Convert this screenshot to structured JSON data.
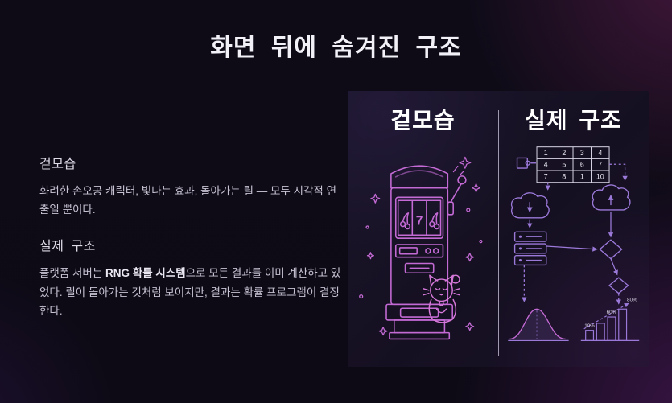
{
  "title": "화면 뒤에 숨겨진 구조",
  "sections": {
    "appearance": {
      "heading": "겉모습",
      "body": "화려한 손오공 캐릭터, 빛나는 효과, 돌아가는 릴 — 모두 시각적 연출일 뿐이다."
    },
    "reality": {
      "heading": "실제 구조",
      "body_prefix": "플랫폼 서버는 ",
      "body_bold": "RNG 확률 시스템",
      "body_suffix": "으로 모든 결과를 이미 계산하고 있었다. 릴이 돌아가는 것처럼 보이지만, 결과는 확률 프로그램이 결정한다."
    }
  },
  "panel": {
    "left_title": "겉모습",
    "right_title": "실제 구조",
    "slot": {
      "reel_symbol": "7"
    },
    "flow": {
      "grid": [
        [
          "1",
          "2",
          "3",
          "4"
        ],
        [
          "4",
          "5",
          "6",
          "7"
        ],
        [
          "7",
          "8",
          "1",
          "10"
        ]
      ],
      "bar_labels": [
        "10%",
        "60%",
        "80%"
      ]
    }
  },
  "colors": {
    "background": "#0d0a15",
    "panel_background": "#151021",
    "accent_pink": "#c36ad4",
    "accent_purple": "#9b79d9",
    "title_text": "#f3f1f8",
    "body_text": "#c7c3d3"
  }
}
